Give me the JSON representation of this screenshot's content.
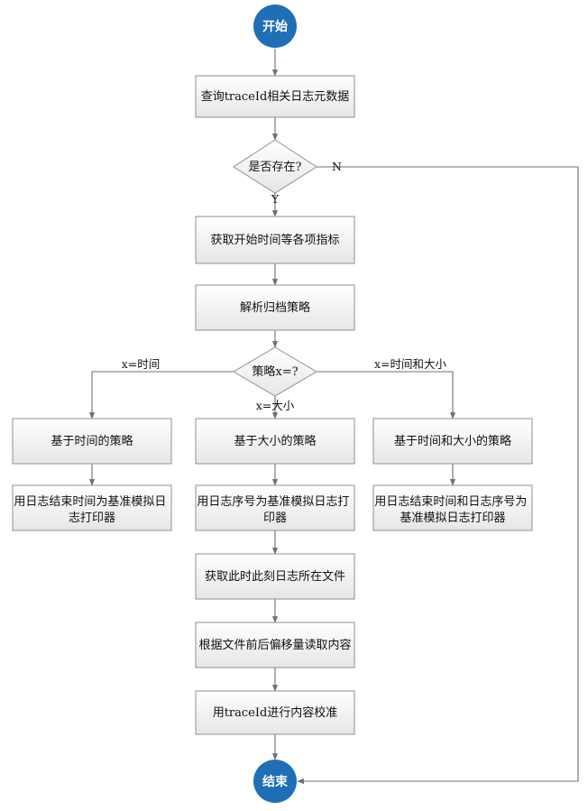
{
  "colors": {
    "terminal": "#1f6fb7",
    "box_fill_top": "#ffffff",
    "box_fill_bottom": "#e6e6e6",
    "box_stroke": "#8f8f8f",
    "line": "#707070"
  },
  "nodes": {
    "start": "开始",
    "query": "查询traceId相关日志元数据",
    "exists": "是否存在?",
    "get_metrics": "获取开始时间等各项指标",
    "parse_policy": "解析归档策略",
    "policy_x": "策略x=?",
    "time_policy": "基于时间的策略",
    "size_policy": "基于大小的策略",
    "time_size_policy": "基于时间和大小的策略",
    "sim_by_end_time": [
      "用日志结束时间为基准模拟日",
      "志打印器"
    ],
    "sim_by_seq": [
      "用日志序号为基准模拟日志打",
      "印器"
    ],
    "sim_by_time_seq": [
      "用日志结束时间和日志序号为",
      "基准模拟日志打印器"
    ],
    "get_file": "获取此时此刻日志所在文件",
    "read_content": "根据文件前后偏移量读取内容",
    "verify": "用traceId进行内容校准",
    "end": "结束"
  },
  "edge_labels": {
    "yes": "Y",
    "no": "N",
    "x_time": "x=时间",
    "x_size": "x=大小",
    "x_time_size": "x=时间和大小"
  }
}
